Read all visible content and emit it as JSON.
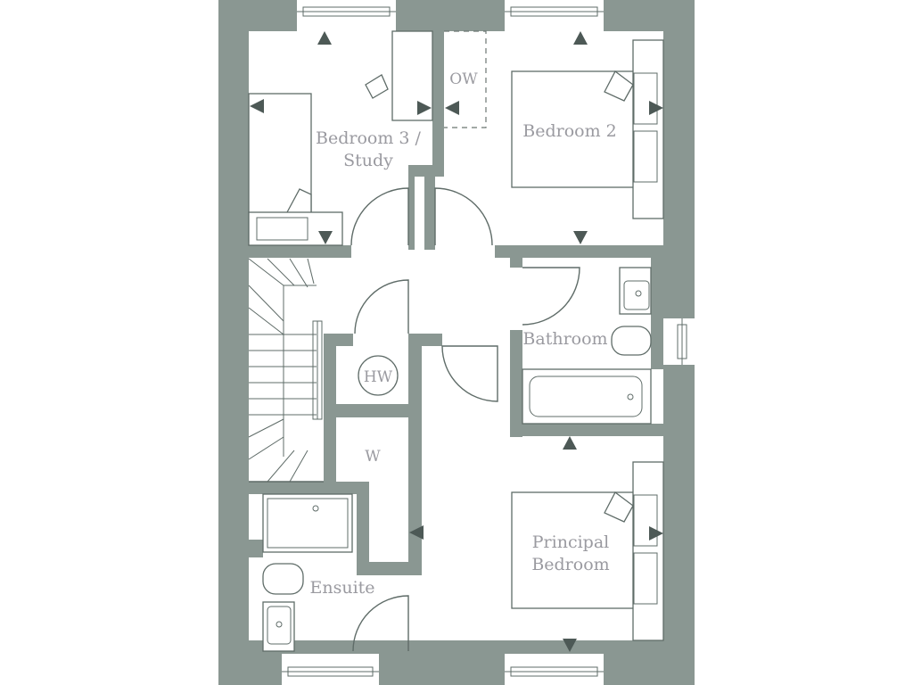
{
  "colors": {
    "wall": "#8a9792",
    "line": "#5f6c68",
    "arrow": "#4d5956",
    "label": "#9a9aa0",
    "background": "#ffffff"
  },
  "rooms": {
    "bedroom3_line1": "Bedroom 3 /",
    "bedroom3_line2": "Study",
    "bedroom2": "Bedroom 2",
    "bathroom": "Bathroom",
    "principal_line1": "Principal",
    "principal_line2": "Bedroom",
    "ensuite": "Ensuite"
  },
  "labels": {
    "overhead_wardrobe": "OW",
    "hot_water": "HW",
    "wardrobe": "W"
  },
  "icons": {
    "direction_marker": "triangle-arrow-icon"
  }
}
